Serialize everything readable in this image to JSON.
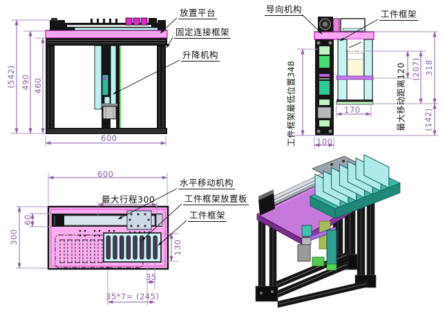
{
  "colors": {
    "pink_platform": "#FBA6F2",
    "magenta_border": "#CC00CC",
    "cyan_frame": "#C6F4F4",
    "dim_purple": "#8F5CA8",
    "platform_3d": "#C678DC",
    "teal_3d": "#2FA898"
  },
  "front_view": {
    "labels": {
      "platform": "放置平台",
      "fixed_frame": "固定连接框架",
      "lift_mech": "升降机构"
    },
    "dims": {
      "total_height": "(542)",
      "height_490": "490",
      "height_460": "460",
      "width": "600"
    }
  },
  "side_view": {
    "labels": {
      "guide_mech": "导向机构",
      "workpiece_frame": "工件框架",
      "lowest_position": "工件框架最低位置348",
      "max_travel": "最大移动距离120"
    },
    "dims": {
      "d318": "318",
      "d207": "(207)",
      "d142": "(142)",
      "d170": "170",
      "d100": "100"
    }
  },
  "top_view": {
    "labels": {
      "horizontal_mech": "水平移动机构",
      "placement_plate": "工件框架放置板",
      "workpiece_frame": "工件框架",
      "max_stroke": "最大行程300"
    },
    "dims": {
      "width": "600",
      "depth": "300",
      "d60": "60",
      "d130": "130",
      "d35": "35",
      "pitch_total": "35*7= (245)"
    }
  }
}
